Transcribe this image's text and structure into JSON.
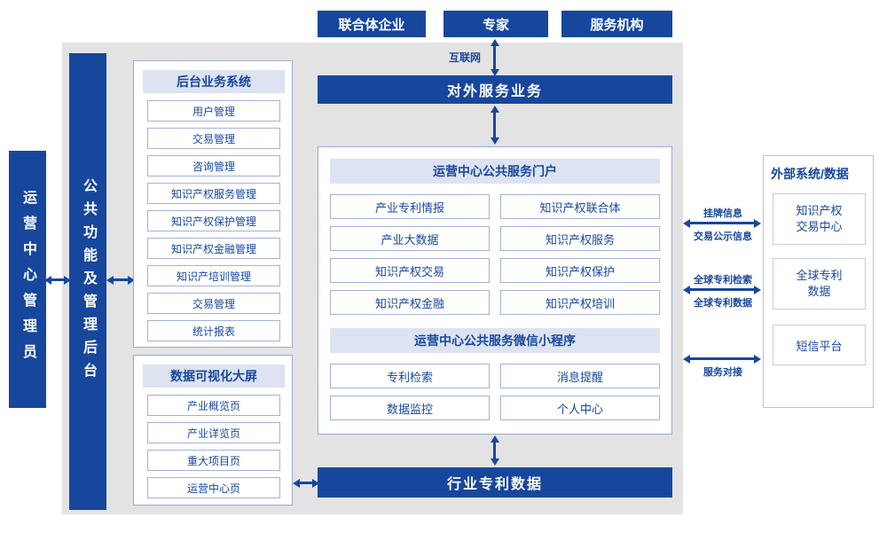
{
  "top_entities": [
    "联合体企业",
    "专家",
    "服务机构"
  ],
  "internet_label": "互联网",
  "external_service_bar": "对外服务业务",
  "admin_box": "运营中心管理员",
  "backend_bar": "公共功能及管理后台",
  "backend_panel": {
    "title": "后台业务系统",
    "items": [
      "用户管理",
      "交易管理",
      "咨询管理",
      "知识产权服务管理",
      "知识产权保护管理",
      "知识产权金融管理",
      "知识产培训管理",
      "交易管理",
      "统计报表"
    ]
  },
  "dataviz_panel": {
    "title": "数据可视化大屏",
    "items": [
      "产业概览页",
      "产业详览页",
      "重大项目页",
      "运营中心页"
    ]
  },
  "portal_panel": {
    "title": "运营中心公共服务门户",
    "items": [
      "产业专利情报",
      "知识产权联合体",
      "产业大数据",
      "知识产权服务",
      "知识产权交易",
      "知识产权保护",
      "知识产权金融",
      "知识产权培训"
    ]
  },
  "miniprogram_panel": {
    "title": "运营中心公共服务微信小程序",
    "items": [
      "专利检索",
      "消息提醒",
      "数据监控",
      "个人中心"
    ]
  },
  "industry_patent_bar": "行业专利数据",
  "external_panel": {
    "title": "外部系统/数据",
    "items": [
      "知识产权\n交易中心",
      "全球专利\n数据",
      "短信平台"
    ]
  },
  "flow_labels": {
    "listing_info": "挂牌信息",
    "transaction_public_info": "交易公示信息",
    "global_patent_search": "全球专利检索",
    "global_patent_data": "全球专利数据",
    "service_connection": "服务对接"
  },
  "colors": {
    "primary": "#17479d",
    "header_bg": "#dee3f2",
    "item_border": "#a3b2d9",
    "panel_border": "#9aa9d0",
    "canvas_bg": "#e3e3e4"
  }
}
